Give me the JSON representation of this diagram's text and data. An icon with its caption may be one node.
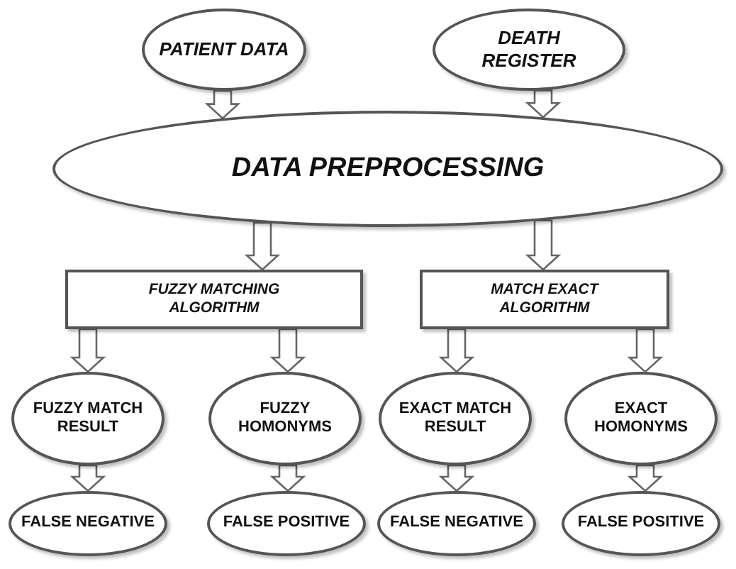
{
  "diagram": {
    "nodes": [
      {
        "text": [
          "PATIENT DATA"
        ]
      },
      {
        "text": [
          "DEATH REGISTER"
        ]
      },
      {
        "text": [
          "DATA PREPROCESSING"
        ]
      },
      {
        "text": [
          "FUZZY MATCHING ALGORITHM"
        ]
      },
      {
        "text": [
          "MATCH EXACT ALGORITHM"
        ]
      },
      {
        "text": [
          "FUZZY MATCH RESULT"
        ]
      },
      {
        "text": [
          "FUZZY HOMONYMS"
        ]
      },
      {
        "text": [
          "EXACT MATCH RESULT"
        ]
      },
      {
        "text": [
          "EXACT HOMONYMS"
        ]
      },
      {
        "text": [
          "FALSE NEGATIVE"
        ]
      },
      {
        "text": [
          "FALSE POSITIVE"
        ]
      },
      {
        "text": [
          "FALSE NEGATIVE"
        ]
      },
      {
        "text": [
          "FALSE POSITIVE"
        ]
      }
    ],
    "edges": [
      {
        "from": 0,
        "to": 2,
        "arrow": "to"
      },
      {
        "from": 1,
        "to": 2,
        "arrow": "to"
      },
      {
        "from": 2,
        "to": 3,
        "arrow": "to"
      },
      {
        "from": 2,
        "to": 4,
        "arrow": "to"
      },
      {
        "from": 3,
        "to": 5,
        "arrow": "to"
      },
      {
        "from": 3,
        "to": 6,
        "arrow": "to"
      },
      {
        "from": 4,
        "to": 7,
        "arrow": "to"
      },
      {
        "from": 4,
        "to": 8,
        "arrow": "to"
      },
      {
        "from": 5,
        "to": 9,
        "arrow": "to"
      },
      {
        "from": 6,
        "to": 10,
        "arrow": "to"
      },
      {
        "from": 7,
        "to": 11,
        "arrow": "to"
      },
      {
        "from": 8,
        "to": 12,
        "arrow": "to"
      }
    ]
  }
}
